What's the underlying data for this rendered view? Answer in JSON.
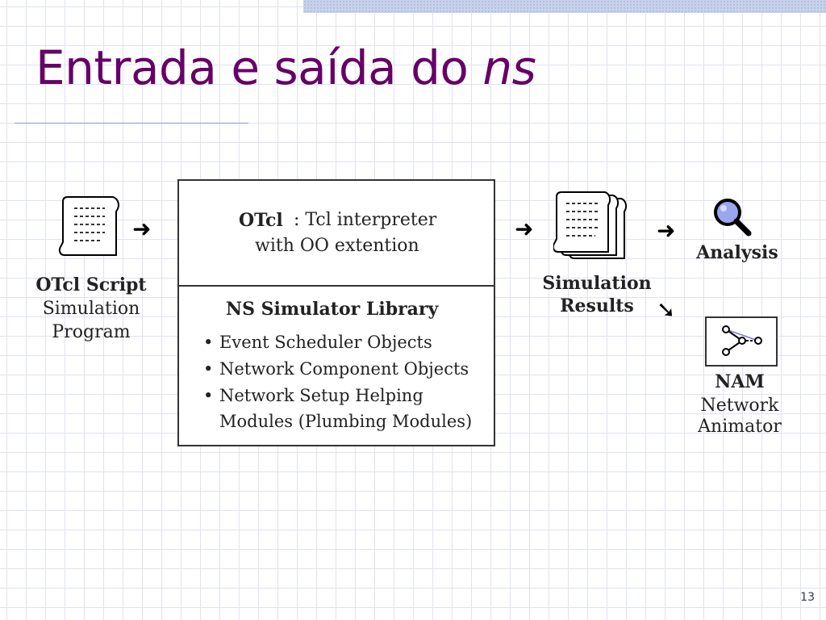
{
  "slide": {
    "title_main": "Entrada e saída do ",
    "title_italic": "ns",
    "page_number": "13"
  },
  "script": {
    "label": "OTcl Script",
    "line1": "Simulation",
    "line2": "Program"
  },
  "box": {
    "otcl_name": "OTcl",
    "otcl_desc_line1": ": Tcl interpreter",
    "otcl_desc_line2": "with OO extention",
    "library_title": "NS Simulator Library",
    "items": [
      "Event Scheduler Objects",
      "Network Component Objects",
      "Network Setup Helping"
    ],
    "item3_continuation": "Modules (Plumbing Modules)"
  },
  "results": {
    "line1": "Simulation",
    "line2": "Results"
  },
  "analysis": {
    "label": "Analysis"
  },
  "nam": {
    "label": "NAM",
    "line1": "Network",
    "line2": "Animator"
  },
  "colors": {
    "title": "#660066",
    "grid": "#dfe3ef",
    "magnifier_lens": "#9aa6ee"
  },
  "icons": [
    "document-icon",
    "document-stack-icon",
    "right-arrow-icon",
    "diagonal-arrow-icon",
    "magnifier-icon",
    "network-graph-icon"
  ]
}
